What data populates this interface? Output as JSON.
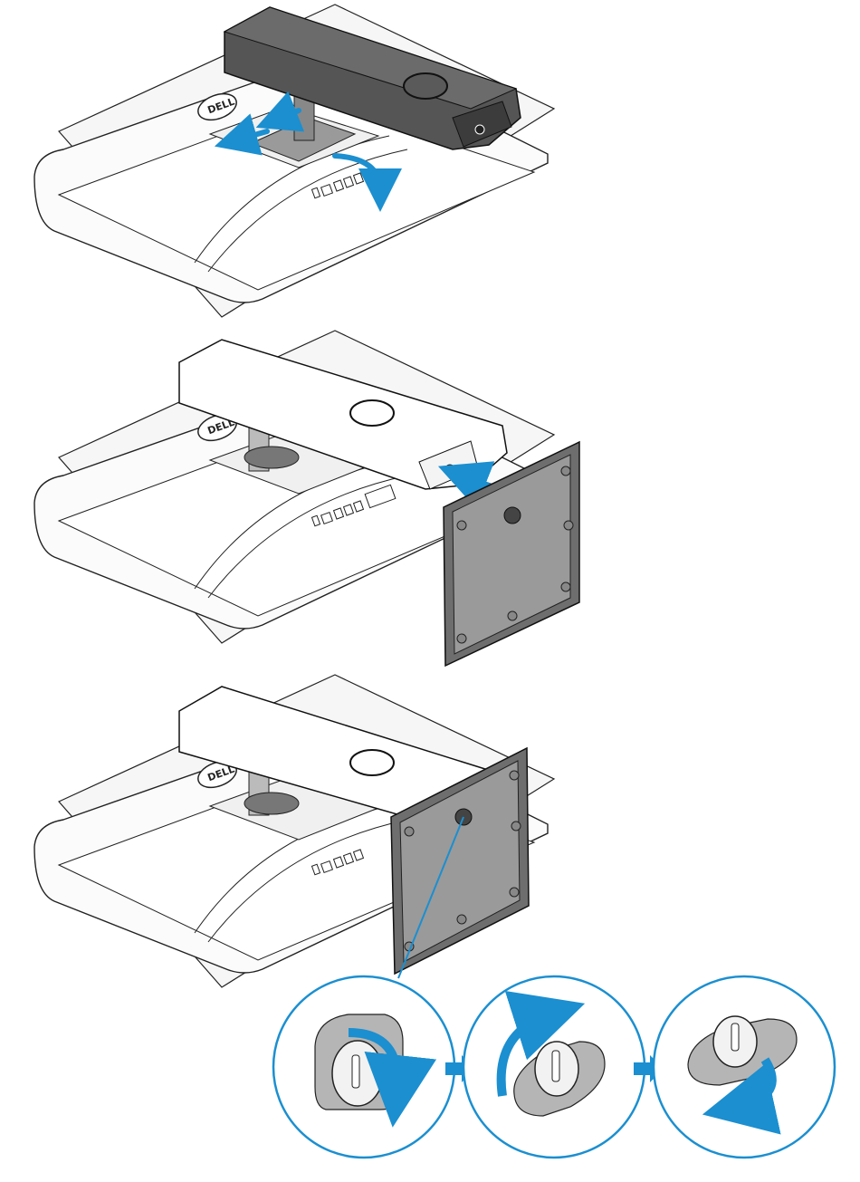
{
  "figure": {
    "steps": [
      {
        "id": 1,
        "logo": "DELL",
        "stand_arm_shade": "dark"
      },
      {
        "id": 2,
        "logo": "DELL",
        "stand_arm_shade": "light"
      },
      {
        "id": 3,
        "logo": "DELL",
        "stand_arm_shade": "light"
      }
    ],
    "detail_sequence": {
      "circles": 3,
      "connectors": [
        "arrow-right-icon",
        "arrow-right-icon"
      ]
    }
  },
  "colors": {
    "accent": "#1b8fd0",
    "outline": "#1a1a1a",
    "stand_dark": "#4a4a4a",
    "base_plate": "#6e6e6e",
    "paper": "#f4f4f4"
  }
}
